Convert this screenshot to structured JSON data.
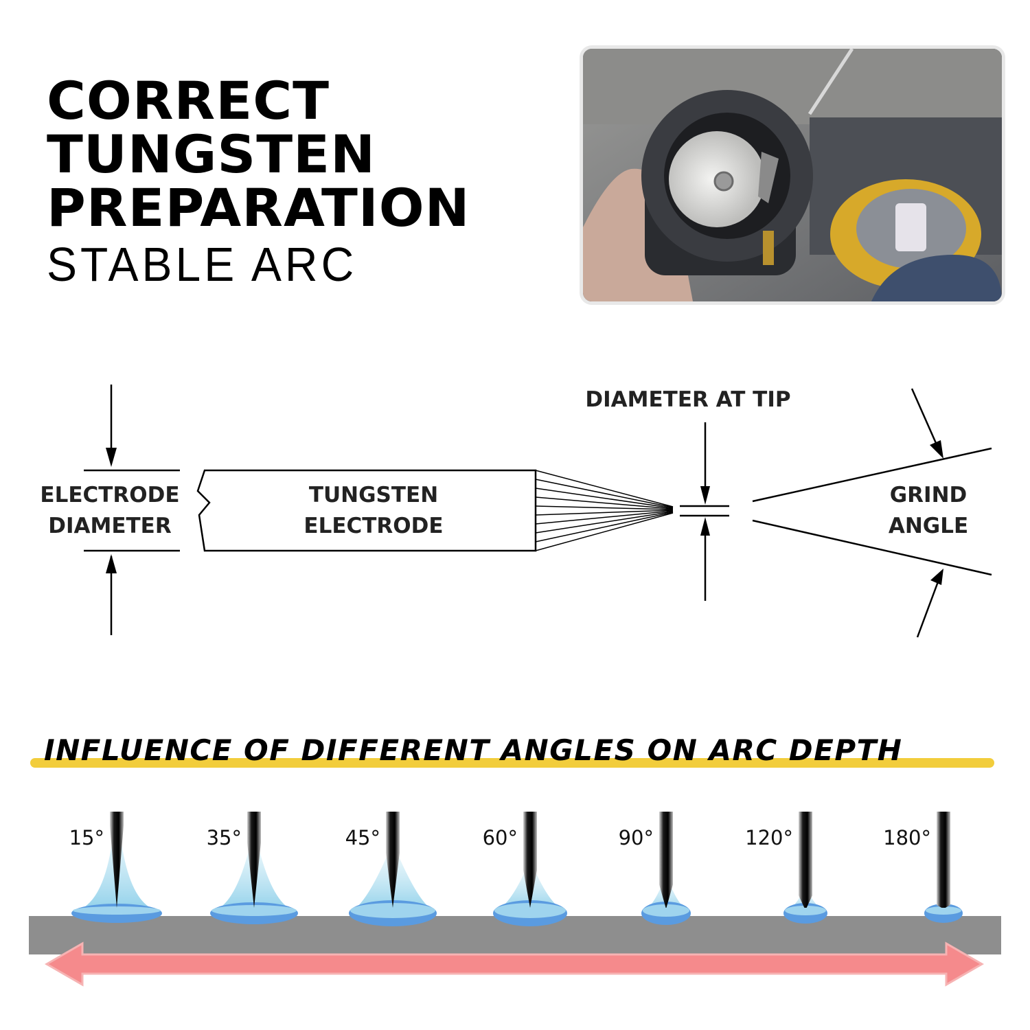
{
  "title": {
    "line1": "CORRECT",
    "line2": "TUNGSTEN",
    "line3": "PREPARATION",
    "subtitle": "STABLE ARC"
  },
  "photo": {
    "description_icon": "tungsten-grinder-photo"
  },
  "diagram": {
    "electrode_diameter": [
      "ELECTRODE",
      "DIAMETER"
    ],
    "tungsten_electrode": [
      "TUNGSTEN",
      "ELECTRODE"
    ],
    "diameter_at_tip": "DIAMETER AT TIP",
    "grind_angle": [
      "GRIND",
      "ANGLE"
    ]
  },
  "section": {
    "title": "INFLUENCE OF DIFFERENT ANGLES ON ARC DEPTH"
  },
  "angles": [
    {
      "label": "15°"
    },
    {
      "label": "35°"
    },
    {
      "label": "45°"
    },
    {
      "label": "60°"
    },
    {
      "label": "90°"
    },
    {
      "label": "120°"
    },
    {
      "label": "180°"
    }
  ],
  "colors": {
    "accent_yellow": "#f2cd3c",
    "arc_blue": "#4a8fd8",
    "arc_light": "#a9dcef",
    "plate_gray": "#8e8e8e",
    "arrow_red": "#f4878a"
  }
}
